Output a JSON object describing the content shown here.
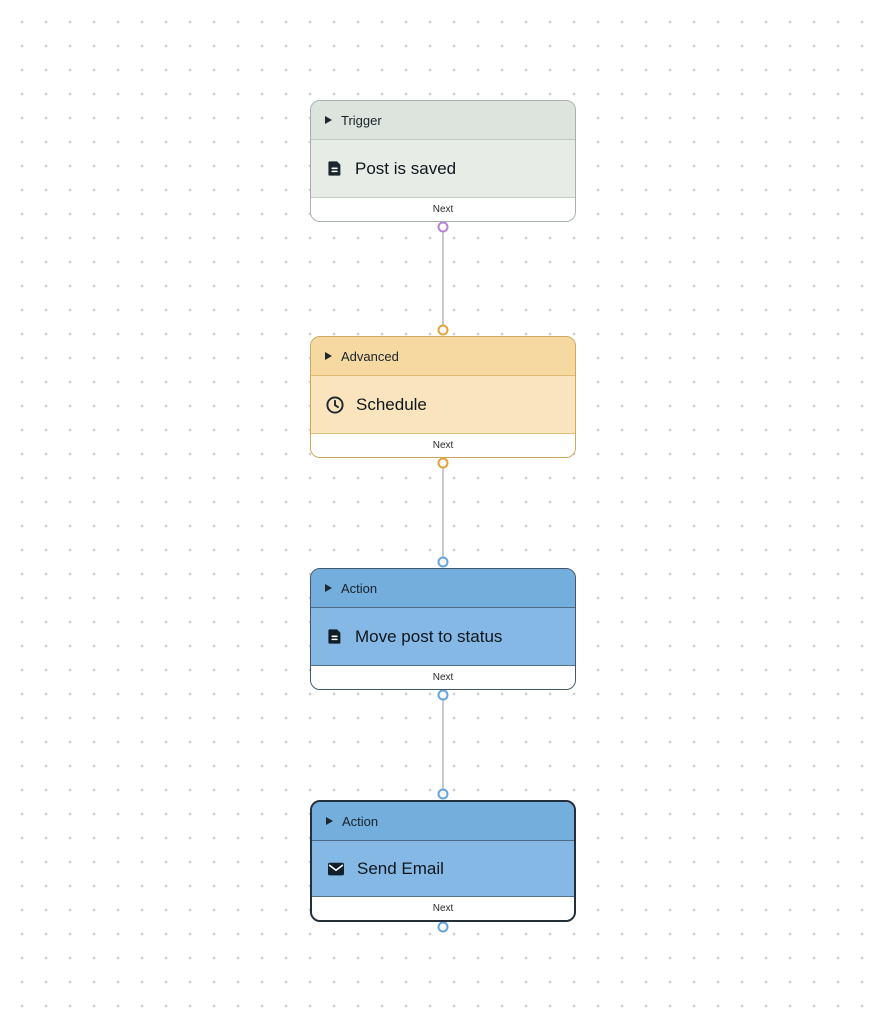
{
  "canvas": {
    "background_color": "#ffffff",
    "grid_dot_color": "#d0d0d0",
    "connection_line_color": "#c9c9d3"
  },
  "nodes": [
    {
      "category": "Trigger",
      "title": "Post is saved",
      "icon": "document-icon",
      "footer_label": "Next",
      "colors": {
        "header": "#dde4dd",
        "body": "#e8ece7",
        "border": "#a6b1a8",
        "output_handle": "#b583d6"
      }
    },
    {
      "category": "Advanced",
      "title": "Schedule",
      "icon": "clock-icon",
      "footer_label": "Next",
      "colors": {
        "header": "#f5d9a1",
        "body": "#f9e4bd",
        "border": "#cfa75e",
        "input_handle": "#e2a33d",
        "output_handle": "#e2a33d"
      }
    },
    {
      "category": "Action",
      "title": "Move post to status",
      "icon": "document-icon",
      "footer_label": "Next",
      "colors": {
        "header": "#74aedd",
        "body": "#85b8e4",
        "border": "#42576c",
        "input_handle": "#64a4dc",
        "output_handle": "#64a4dc"
      }
    },
    {
      "category": "Action",
      "title": "Send Email",
      "icon": "mail-icon",
      "footer_label": "Next",
      "colors": {
        "header": "#74aedd",
        "body": "#85b8e4",
        "border": "#232f3b",
        "input_handle": "#64a4dc",
        "output_handle": "#64a4dc"
      }
    }
  ],
  "connections": [
    {
      "from": "Post is saved",
      "to": "Schedule"
    },
    {
      "from": "Schedule",
      "to": "Move post to status"
    },
    {
      "from": "Move post to status",
      "to": "Send Email"
    }
  ]
}
